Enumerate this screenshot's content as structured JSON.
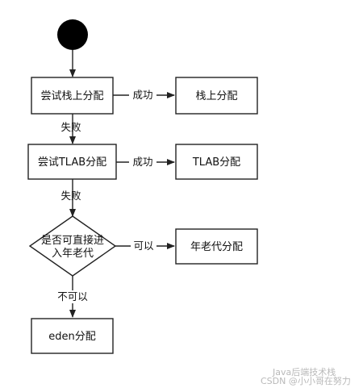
{
  "nodes": {
    "try_stack": "尝试栈上分配",
    "stack_alloc": "栈上分配",
    "try_tlab": "尝试TLAB分配",
    "tlab_alloc": "TLAB分配",
    "decision_line1": "是否可直接进",
    "decision_line2": "入年老代",
    "old_gen": "年老代分配",
    "eden": "eden分配"
  },
  "edges": {
    "success_1": "成功",
    "fail_1": "失败",
    "success_2": "成功",
    "fail_2": "失败",
    "yes": "可以",
    "no": "不可以"
  },
  "watermark": {
    "line1": "Java后端技术栈",
    "line2": "CSDN @小小哥在努力"
  },
  "colors": {
    "stroke": "#222222",
    "start": "#000000",
    "watermark": "#b9b9b9"
  }
}
